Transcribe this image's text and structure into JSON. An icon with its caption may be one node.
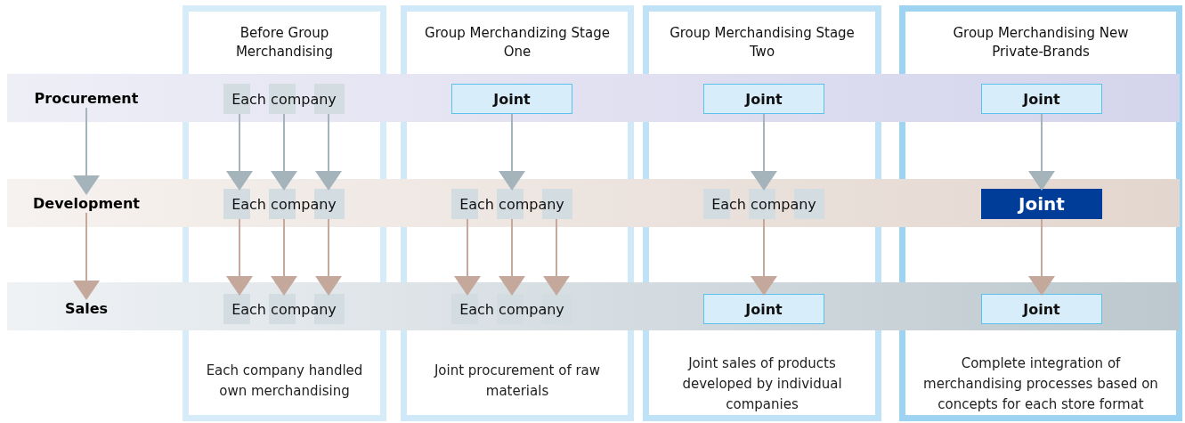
{
  "diagram": {
    "nodes": [
      {
        "text": [
          "Before Group Merchandising",
          "Each company handled own merchandising"
        ]
      },
      {
        "text": [
          "Group Merchandizing Stage One",
          "Joint procurement of raw materials"
        ]
      },
      {
        "text": [
          "Group Merchandising Stage Two",
          "Joint sales of products developed by individual companies"
        ]
      },
      {
        "text": [
          "Group Merchandising New Private-Brands",
          "Complete integration of merchandising processes based on concepts for each store format"
        ]
      },
      {
        "text": [
          "Procurement"
        ]
      },
      {
        "text": [
          "Development"
        ]
      },
      {
        "text": [
          "Sales"
        ]
      },
      {
        "text": [
          "Each company"
        ],
        "in": 0
      },
      {
        "text": [
          "Joint"
        ],
        "in": 1
      },
      {
        "text": [
          "Joint"
        ],
        "in": 2
      },
      {
        "text": [
          "Joint"
        ],
        "in": 3
      },
      {
        "text": [
          "Each company"
        ],
        "in": 0
      },
      {
        "text": [
          "Each company"
        ],
        "in": 1
      },
      {
        "text": [
          "Each company"
        ],
        "in": 2
      },
      {
        "text": [
          "Joint"
        ],
        "in": 3
      },
      {
        "text": [
          "Each company"
        ],
        "in": 0
      },
      {
        "text": [
          "Each company"
        ],
        "in": 1
      },
      {
        "text": [
          "Joint"
        ],
        "in": 2
      },
      {
        "text": [
          "Joint"
        ],
        "in": 3
      }
    ],
    "edges": [
      {
        "from": 4,
        "to": 5,
        "arrow": "to",
        "color": "#a5b4bb"
      },
      {
        "from": 5,
        "to": 6,
        "arrow": "to",
        "color": "#c4a89c"
      },
      {
        "from": 7,
        "to": 11,
        "arrow": "to",
        "color": "#a5b4bb"
      },
      {
        "from": 7,
        "to": 11,
        "arrow": "to",
        "color": "#a5b4bb"
      },
      {
        "from": 7,
        "to": 11,
        "arrow": "to",
        "color": "#a5b4bb"
      },
      {
        "from": 11,
        "to": 15,
        "arrow": "to",
        "color": "#c4a89c"
      },
      {
        "from": 11,
        "to": 15,
        "arrow": "to",
        "color": "#c4a89c"
      },
      {
        "from": 11,
        "to": 15,
        "arrow": "to",
        "color": "#c4a89c"
      },
      {
        "from": 8,
        "to": 12,
        "arrow": "to",
        "color": "#a5b4bb"
      },
      {
        "from": 12,
        "to": 16,
        "arrow": "to",
        "color": "#c4a89c"
      },
      {
        "from": 12,
        "to": 16,
        "arrow": "to",
        "color": "#c4a89c"
      },
      {
        "from": 12,
        "to": 16,
        "arrow": "to",
        "color": "#c4a89c"
      },
      {
        "from": 9,
        "to": 13,
        "arrow": "to",
        "color": "#a5b4bb"
      },
      {
        "from": 13,
        "to": 17,
        "arrow": "to",
        "color": "#c4a89c"
      },
      {
        "from": 10,
        "to": 14,
        "arrow": "to",
        "color": "#a5b4bb"
      },
      {
        "from": 14,
        "to": 18,
        "arrow": "to",
        "color": "#c4a89c"
      }
    ]
  }
}
